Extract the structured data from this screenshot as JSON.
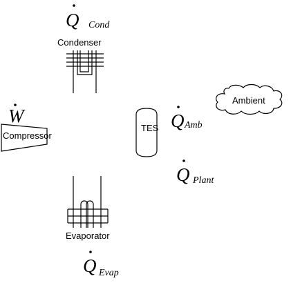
{
  "components": {
    "condenser": "Condenser",
    "compressor": "Compressor",
    "tes": "TES",
    "evaporator": "Evaporator",
    "ambient": "Ambient"
  },
  "heat_flows": {
    "cond": {
      "symbol": "Q",
      "subscript": "Cond"
    },
    "amb": {
      "symbol": "Q",
      "subscript": "Amb"
    },
    "plant": {
      "symbol": "Q",
      "subscript": "Plant"
    },
    "evap": {
      "symbol": "Q",
      "subscript": "Evap"
    }
  },
  "work": {
    "symbol": "W"
  }
}
